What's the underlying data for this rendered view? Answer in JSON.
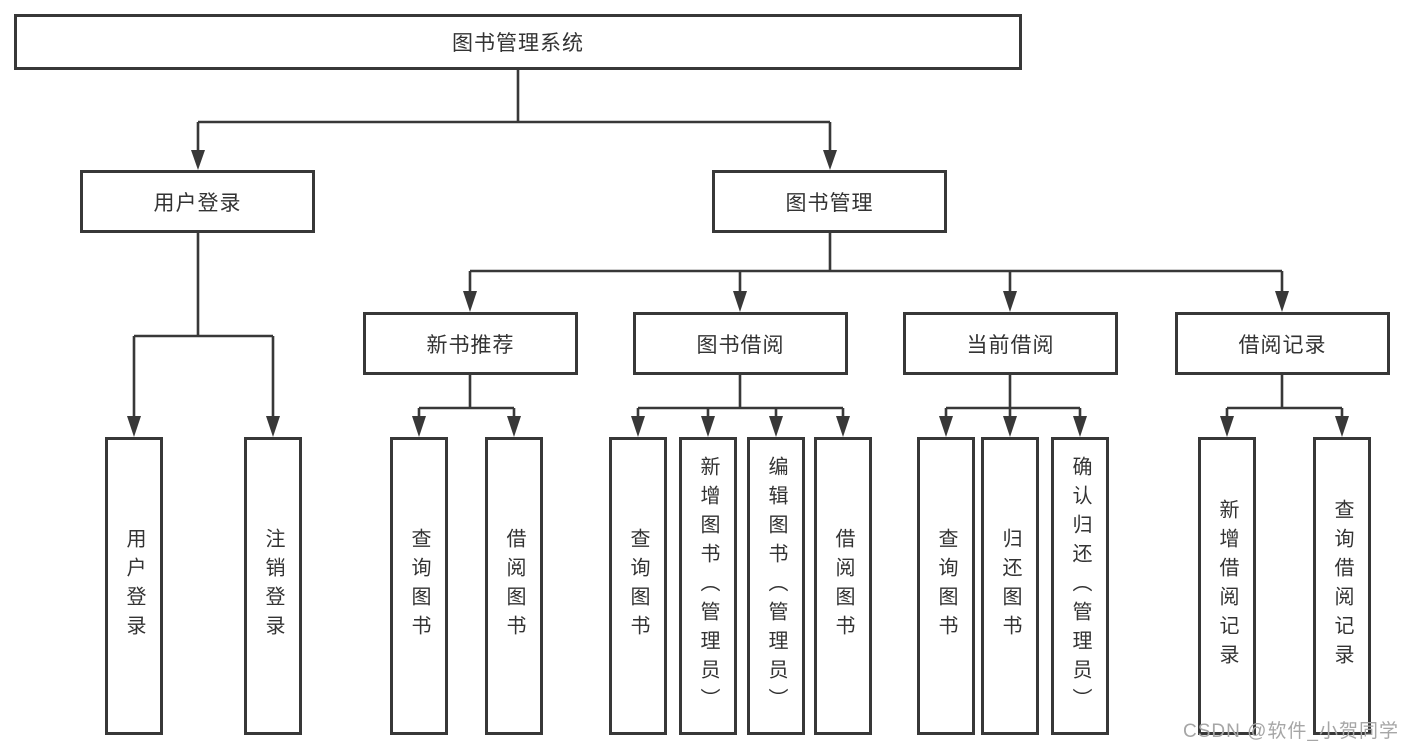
{
  "root": {
    "label": "图书管理系统"
  },
  "level2": [
    {
      "id": "user-login",
      "label": "用户登录"
    },
    {
      "id": "book-management",
      "label": "图书管理"
    }
  ],
  "level3": [
    {
      "id": "new-book-recommend",
      "label": "新书推荐"
    },
    {
      "id": "book-borrowing",
      "label": "图书借阅"
    },
    {
      "id": "current-borrowing",
      "label": "当前借阅"
    },
    {
      "id": "borrowing-records",
      "label": "借阅记录"
    }
  ],
  "leaves": [
    {
      "group": "user-login",
      "label": "用户登录"
    },
    {
      "group": "user-login",
      "label": "注销登录"
    },
    {
      "group": "new-book-recommend",
      "label": "查询图书"
    },
    {
      "group": "new-book-recommend",
      "label": "借阅图书"
    },
    {
      "group": "book-borrowing",
      "label": "查询图书"
    },
    {
      "group": "book-borrowing",
      "label": "新增图书（管理员）"
    },
    {
      "group": "book-borrowing",
      "label": "编辑图书（管理员）"
    },
    {
      "group": "book-borrowing",
      "label": "借阅图书"
    },
    {
      "group": "current-borrowing",
      "label": "查询图书"
    },
    {
      "group": "current-borrowing",
      "label": "归还图书"
    },
    {
      "group": "current-borrowing",
      "label": "确认归还（管理员）"
    },
    {
      "group": "borrowing-records",
      "label": "新增借阅记录"
    },
    {
      "group": "borrowing-records",
      "label": "查询借阅记录"
    }
  ],
  "watermark": "CSDN @软件_小贺同学",
  "colors": {
    "line": "#383838",
    "text": "#333333",
    "watermark": "#a6a6a6",
    "background": "#ffffff"
  }
}
